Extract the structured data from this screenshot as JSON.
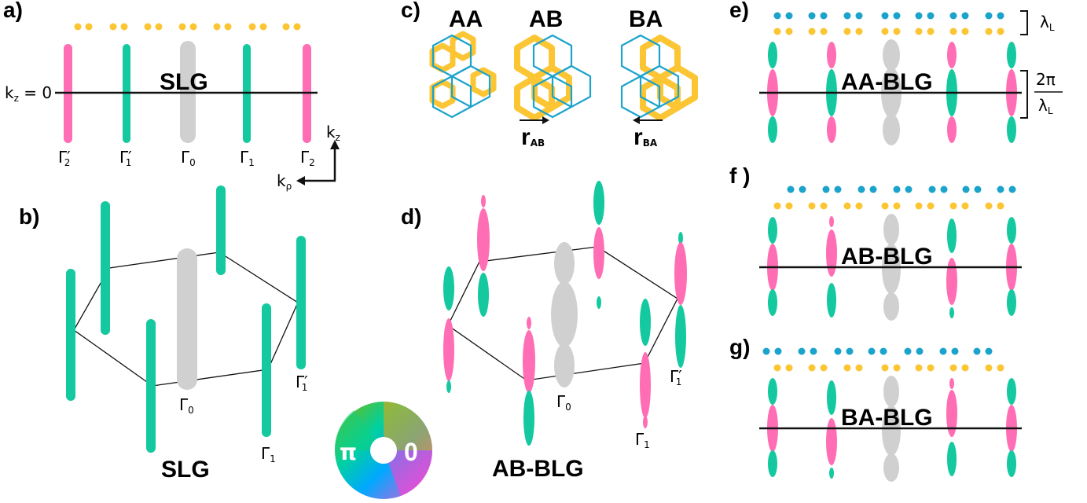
{
  "colors": {
    "pink": "#ff6eb4",
    "teal": "#14c9a0",
    "grey": "#d0d0d0",
    "yellow": "#fbc534",
    "blue": "#1ba3cc",
    "black": "#111111"
  },
  "panels": {
    "a": {
      "label": "a)",
      "title": "SLG",
      "kz_label": "k",
      "kz_sub": "z",
      "kz_eq": " = 0",
      "gammas": [
        {
          "base": "Γ",
          "sub": "2",
          "prime": "′"
        },
        {
          "base": "Γ",
          "sub": "1",
          "prime": "′"
        },
        {
          "base": "Γ",
          "sub": "0",
          "prime": ""
        },
        {
          "base": "Γ",
          "sub": "1",
          "prime": ""
        },
        {
          "base": "Γ",
          "sub": "2",
          "prime": ""
        }
      ],
      "axis_kz": "k",
      "axis_kz_sub": "z",
      "axis_kp": "k",
      "axis_kp_sub": "ρ"
    },
    "b": {
      "label": "b)",
      "title": "SLG",
      "g0": {
        "base": "Γ",
        "sub": "0"
      },
      "g1": {
        "base": "Γ",
        "sub": "1"
      },
      "g1p": {
        "base": "Γ",
        "sub": "1",
        "prime": "′"
      }
    },
    "c": {
      "label": "c)",
      "stackings": [
        "AA",
        "AB",
        "BA"
      ],
      "r_ab": {
        "base": "r",
        "sub": "AB"
      },
      "r_ba": {
        "base": "r",
        "sub": "BA"
      }
    },
    "d": {
      "label": "d)",
      "title": "AB-BLG",
      "g0": {
        "base": "Γ",
        "sub": "0"
      },
      "g1": {
        "base": "Γ",
        "sub": "1"
      },
      "g1p": {
        "base": "Γ",
        "sub": "1",
        "prime": "′"
      }
    },
    "wheel": {
      "left": "π",
      "right": "0"
    },
    "e": {
      "label": "e)",
      "title": "AA-BLG",
      "lambda": "λ",
      "lambda_sub": "L",
      "twopi": "2π",
      "lambda2": "λ",
      "lambda2_sub": "L"
    },
    "f": {
      "label": "f )",
      "title": "AB-BLG"
    },
    "g": {
      "label": "g)",
      "title": "BA-BLG"
    }
  }
}
